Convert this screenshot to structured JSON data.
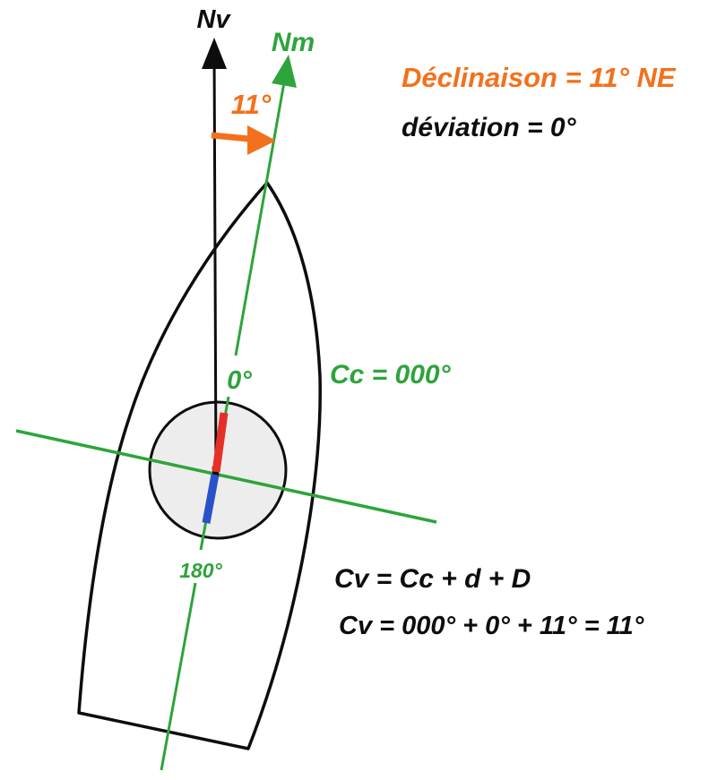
{
  "figure": {
    "labels": {
      "true_north": "Nv",
      "magnetic_north": "Nm",
      "declination_angle": "11°",
      "declination_text": "Déclinaison = 11° NE",
      "deviation_text": "déviation = 0°",
      "compass_course": "Cc = 000°",
      "compass_zero": "0°",
      "compass_south": "180°",
      "formula_general": "Cv = Cc + d + D",
      "formula_values": "Cv = 000° + 0° + 11° = 11°"
    },
    "colors": {
      "green": "#2ea43c",
      "orange": "#f2711c",
      "red": "#e53026",
      "blue": "#2a52c8",
      "black": "#0d0d0d",
      "compass_fill": "#ededed",
      "background": "#ffffff"
    }
  }
}
